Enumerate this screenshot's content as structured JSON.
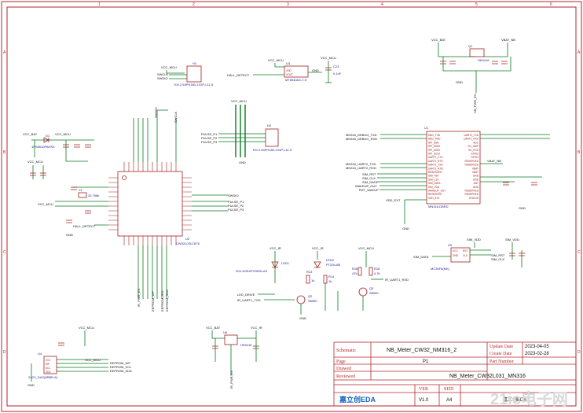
{
  "title_block": {
    "schematic_label": "Schematic",
    "schematic_value": "NB_Meter_CW32_NM316_2",
    "page_label": "Page",
    "page_value": "P1",
    "drawed_label": "Drawed",
    "reviewed_label": "Reviewed",
    "update_date_label": "Update Date",
    "update_date_value": "2023-04-05",
    "create_date_label": "Create Date",
    "create_date_value": "2023-02-28",
    "part_number_label": "Part Number",
    "project_value": "NB_Meter_CW32L031_MN316",
    "ver_label": "VER",
    "ver_value": "V1.0",
    "size_label": "SIZE",
    "size_value": "A4",
    "logo_text": "嘉立创EDA",
    "logo_text2": "嘉立创EDA",
    "watermark": "21ic电子网"
  },
  "zones": {
    "top": [
      "1",
      "2",
      "3",
      "4",
      "5",
      "6"
    ],
    "side": [
      "A",
      "B",
      "C",
      "D"
    ]
  },
  "power_nets": {
    "vcc_mcu": "VCC_MCU",
    "vcc_bat": "VCC_BAT",
    "vbat_nb": "VBAT_NB",
    "vcc_ir": "VCC_IR",
    "sim_vdd": "SIM_VDD",
    "vdd_ext": "VDD_EXT",
    "gnd": "GND"
  },
  "components": {
    "h1": {
      "ref": "H1",
      "part": "KH-2.54PH180-1X2P-L11.5"
    },
    "u3": {
      "ref": "U3",
      "part": "MT6540A3-T-S"
    },
    "c23": {
      "ref": "C23",
      "val": "0.1uF"
    },
    "h2": {
      "ref": "H2",
      "part": "KH-2.54PH180-1X4P-L11.5"
    },
    "d1": {
      "ref": "D1",
      "part": "1PS6510PAHSX"
    },
    "u2": {
      "ref": "U2",
      "part": "CW32L031C8T6"
    },
    "x1": {
      "ref": "X1",
      "val": "32.768k"
    },
    "u1": {
      "ref": "U1",
      "part": "MN316-DBRD"
    },
    "u4": {
      "ref": "U4",
      "part": "24C0_DAS(8RBR-8)"
    },
    "u5": {
      "ref": "U5",
      "part": "MC30F6(MK)"
    },
    "u6": {
      "ref": "U6",
      "part": "HK5416"
    },
    "q1": {
      "ref": "Q1",
      "part": "HK5416"
    },
    "led1": {
      "ref": "LED1",
      "part": "204-10SURT/S530-A3"
    },
    "led2": {
      "ref": "LED2",
      "part": "PT204-6B"
    },
    "q2": {
      "ref": "Q2",
      "part": "S8050"
    },
    "q3": {
      "ref": "Q3",
      "part": "S8050"
    },
    "r13": {
      "ref": "R13",
      "val": "1k"
    },
    "r14": {
      "ref": "R14",
      "val": "1k"
    },
    "r16": {
      "ref": "R16",
      "val": "47k"
    },
    "r18": {
      "ref": "R18",
      "val": "4.7k"
    }
  },
  "nets": {
    "hall_detect": "HALL_DETECT",
    "swclk": "SWCLK",
    "swdio": "SWDIO",
    "pulse_p1": "PULSE_P1",
    "pulse_p2": "PULSE_P2",
    "pulse_p3": "PULSE_P3",
    "led_drive": "LED_DRIVE",
    "ir_uart1_txd": "IR_UART1_TXD",
    "ir_uart1_rxd": "IR_UART1_RXD",
    "mn316_debug_txd": "MN316_DEBUG_TXD",
    "mn316_debug_rxd": "MN316_DEBUG_RXD",
    "mn316_uart2_txd": "MN316_UART2_TXD",
    "mn316_uart2_rxd": "MN316_UART2_RXD",
    "sim_rst": "SIM_RST",
    "sim_clk": "SIM_CLK",
    "sim_data": "SIM_DATA",
    "wakeup_out": "WAKEUP_OUT",
    "rst_wakup": "RST_WAKUP",
    "eeprom_wp": "EEPROM_WP",
    "eeprom_scl": "EEPROM_SCL",
    "eeprom_sda": "EEPROM_SDA",
    "ir_pwr_en": "IR_PWR_EN",
    "nb_pwr_en": "NB_PWR_EN",
    "sim_rst2": "SIM_RST",
    "sim_clk2": "SIM_CLK"
  },
  "u1_pins_left": [
    "DBG_TXD",
    "DBG_RXD",
    "SPI_SSN",
    "SPI_MISO",
    "SPI_MOSI",
    "SPI_SCLK",
    "UART1_CTS",
    "UART1_RTS",
    "UART1_TXD",
    "UART1_RXD",
    "RESERVED",
    "SIM_RST",
    "SIM_CLK",
    "SIM_DATA",
    "SIM_VDD",
    "WAKEUP_OUT",
    "RESERVED",
    "VDD_EXT"
  ],
  "u1_pins_right": [
    "UART2_TXD",
    "UART2_RXD",
    "ADC",
    "SC_SWP",
    "SC_RXD",
    "GPIO2",
    "GPIO3",
    "RESERVED",
    "RESERVED",
    "VBAT",
    "VBAT",
    "GND",
    "GND",
    "ANT",
    "GND",
    "RESERVED",
    "RESERVED",
    "STATUS"
  ]
}
